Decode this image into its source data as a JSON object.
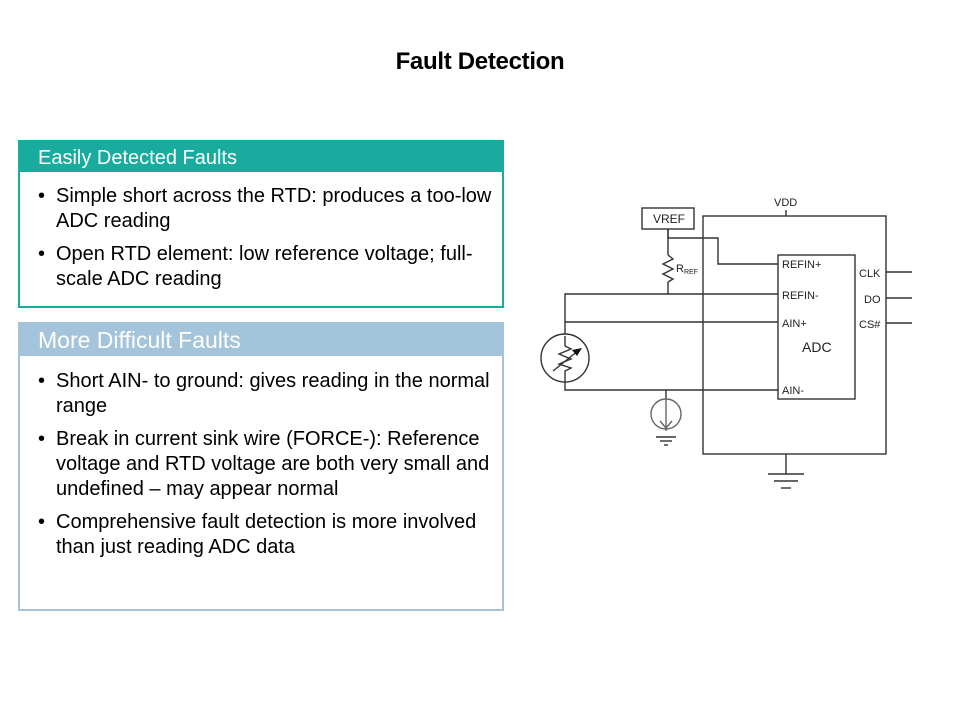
{
  "slide": {
    "title": "Fault Detection"
  },
  "easy_faults": {
    "header": "Easily Detected Faults",
    "header_color": "#1aab9f",
    "bullet": "•",
    "items": [
      {
        "text": "Simple short across the RTD:  produces a too-low ADC reading"
      },
      {
        "text": "Open RTD element: low reference voltage; full-scale ADC reading"
      }
    ]
  },
  "difficult_faults": {
    "header": "More Difficult Faults",
    "header_color": "#a3c4da",
    "bullet": "•",
    "items": [
      {
        "text": "Short AIN- to ground: gives reading in the normal range"
      },
      {
        "text": "Break in current sink wire (FORCE-): Reference voltage and RTD voltage are both very small and undefined – may appear normal"
      },
      {
        "text": "Comprehensive fault detection is more involved than just reading ADC data"
      }
    ]
  },
  "circuit": {
    "vdd_label": "VDD",
    "vref_label": "VREF",
    "rref_label": "R",
    "rref_subscript": "REF",
    "adc_label": "ADC",
    "adc_pins_left": [
      "REFIN+",
      "REFIN-",
      "AIN+",
      "AIN-"
    ],
    "adc_pins_right": [
      "CLK",
      "DO",
      "CS#"
    ]
  }
}
